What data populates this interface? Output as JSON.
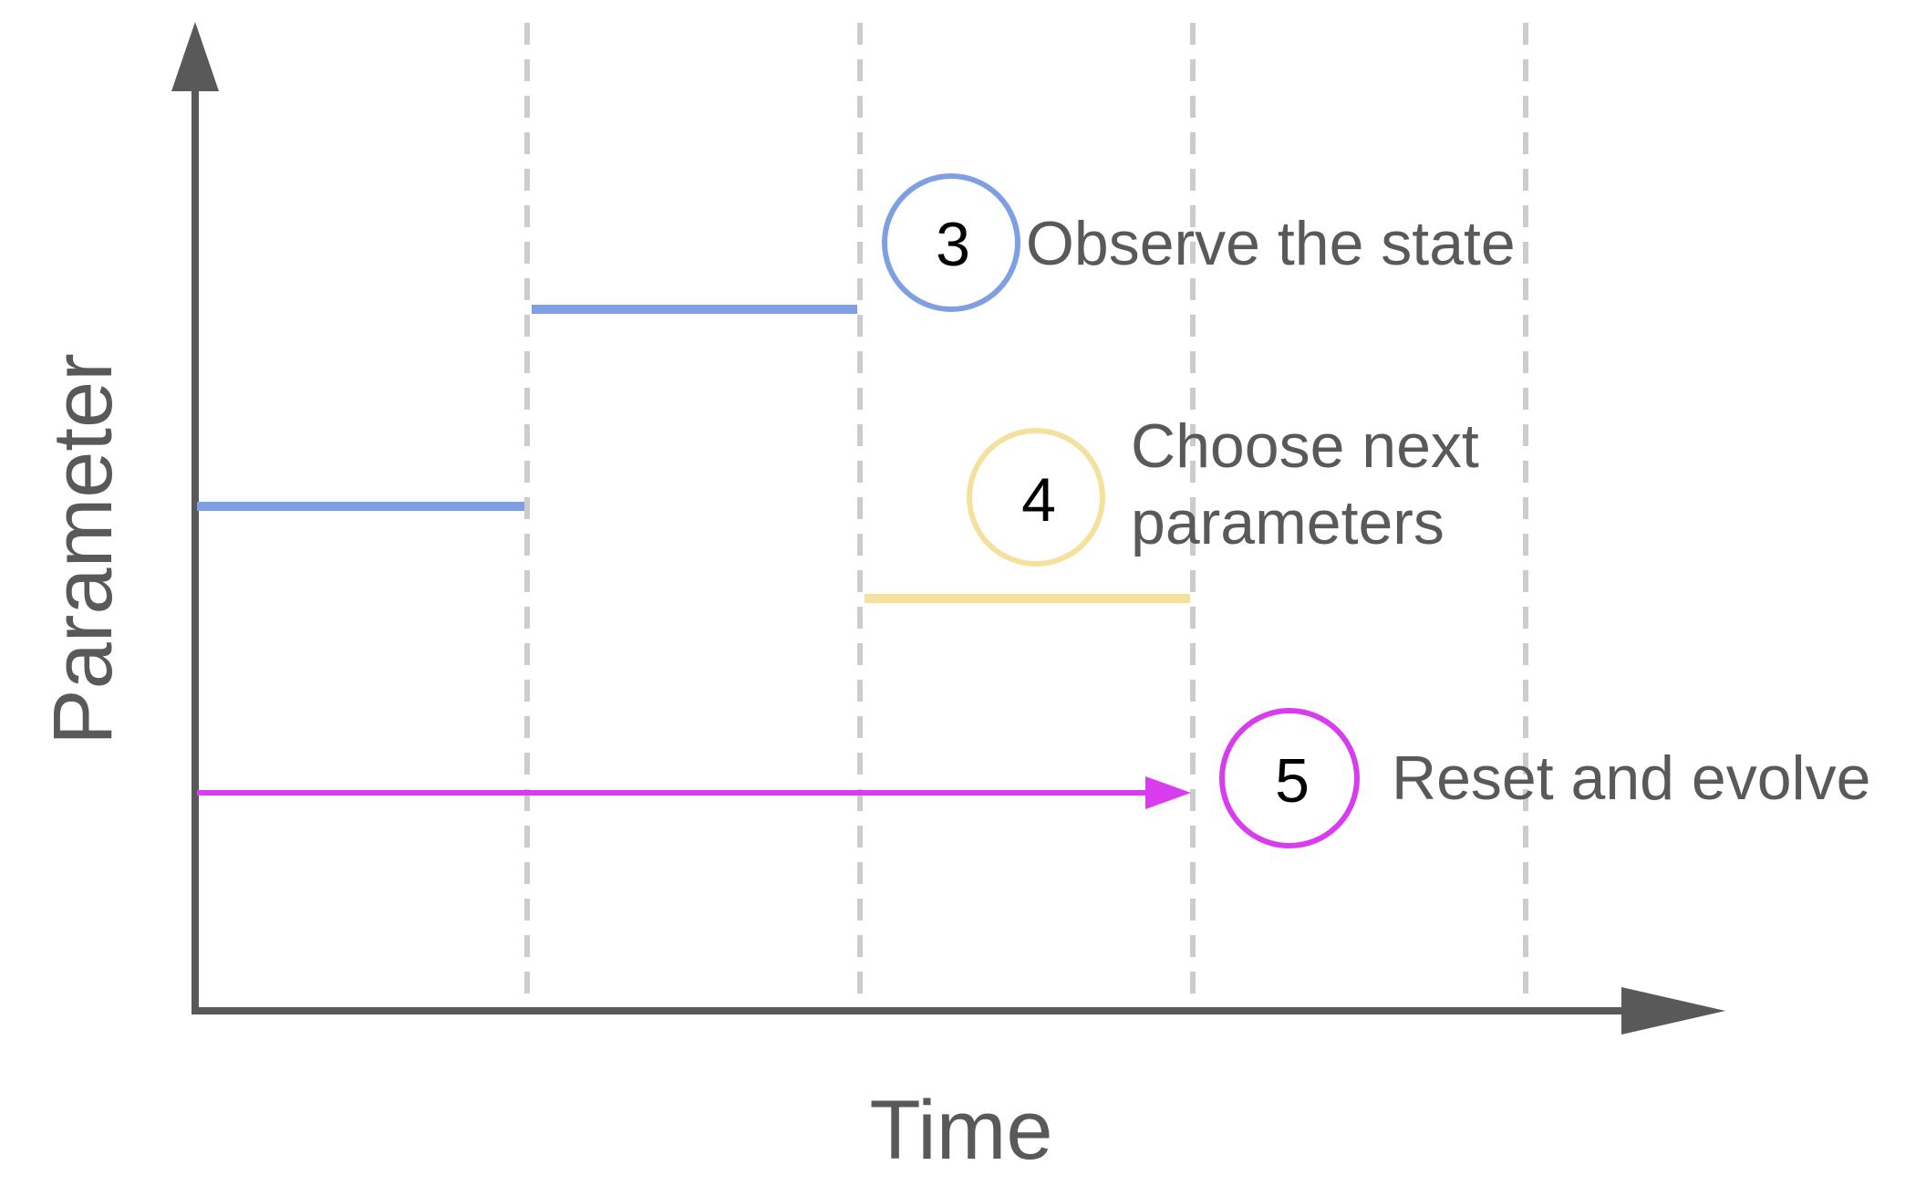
{
  "axes": {
    "x_label": "Time",
    "y_label": "Parameter"
  },
  "steps": [
    {
      "number": "3",
      "text": "Observe the state",
      "color": "#7ea0e3"
    },
    {
      "number": "4",
      "text_lines": [
        "Choose next",
        "parameters"
      ],
      "color": "#f5e19e"
    },
    {
      "number": "5",
      "text": "Reset and evolve",
      "color": "#d93cee"
    }
  ],
  "colors": {
    "axis": "#595959",
    "gridline": "#cccccc",
    "label_text": "#595959",
    "number_text": "#000000",
    "segment_blue": "#7ea0e3",
    "segment_yellow": "#f5e19e",
    "arrow_magenta": "#d93cee"
  }
}
